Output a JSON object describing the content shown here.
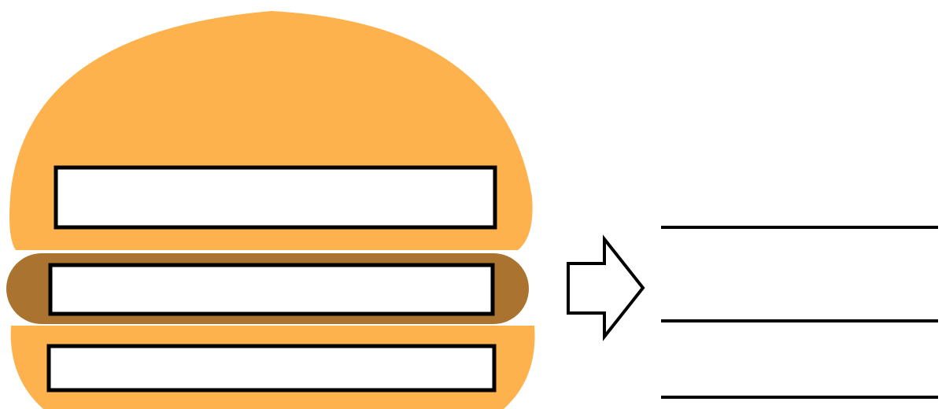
{
  "diagram": {
    "type": "hamburger-paragraph-organizer",
    "burger": {
      "bun_color": "#FDB24D",
      "patty_color": "#AA732F",
      "box_fill": "#ffffff",
      "box_stroke": "#000000",
      "layers": [
        {
          "part": "top-bun",
          "text": ""
        },
        {
          "part": "patty",
          "text": ""
        },
        {
          "part": "bottom-bun",
          "text": ""
        }
      ]
    },
    "arrow": {
      "direction": "right",
      "fill": "#ffffff",
      "stroke": "#000000"
    },
    "answer_lines": {
      "count": 3,
      "color": "#000000"
    }
  }
}
